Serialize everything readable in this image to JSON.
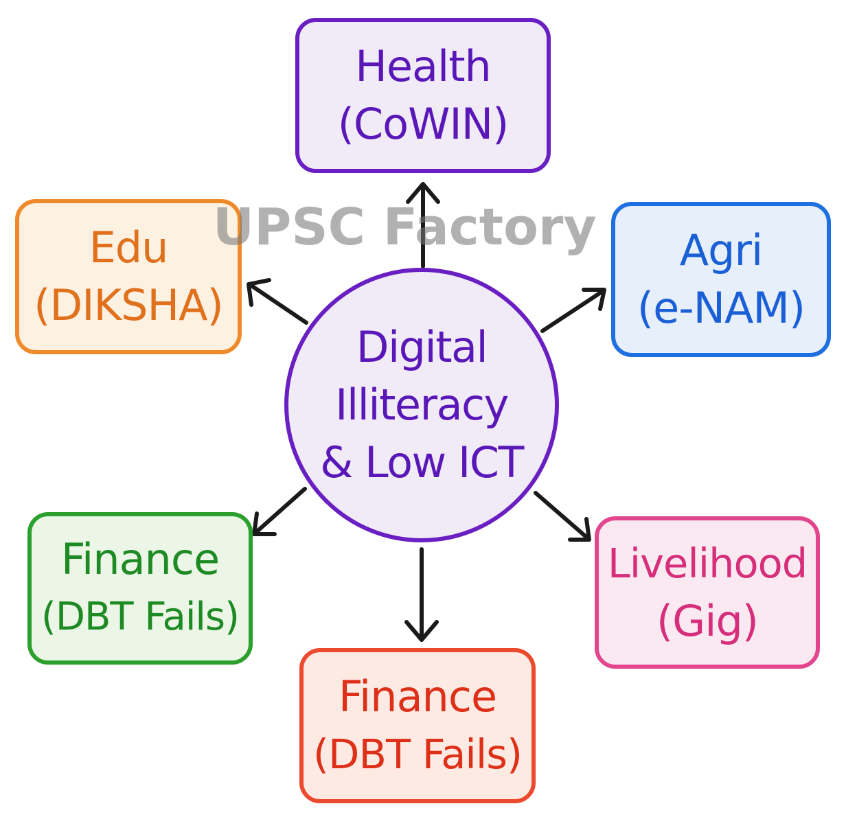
{
  "center": {
    "lines": [
      "Digital",
      "Illiteracy",
      "& Low ICT"
    ]
  },
  "nodes": [
    {
      "id": "health",
      "lines": [
        "Health",
        "(CoWIN)"
      ],
      "color": "#6a1fc2"
    },
    {
      "id": "edu",
      "lines": [
        "Edu",
        "(DIKSHA)"
      ],
      "color": "#ef8a2a"
    },
    {
      "id": "agri",
      "lines": [
        "Agri",
        "(e-NAM)"
      ],
      "color": "#1e6fe0"
    },
    {
      "id": "finance_left",
      "lines": [
        "Finance",
        "(DBT Fails)"
      ],
      "color": "#2ca02c"
    },
    {
      "id": "livelihood",
      "lines": [
        "Livelihood",
        "(Gig)"
      ],
      "color": "#e2468e"
    },
    {
      "id": "finance_bottom",
      "lines": [
        "Finance",
        "(DBT Fails)"
      ],
      "color": "#ec4a2e"
    }
  ],
  "watermark": "UPSC Factory",
  "arrow_color": "#1a1a1a"
}
